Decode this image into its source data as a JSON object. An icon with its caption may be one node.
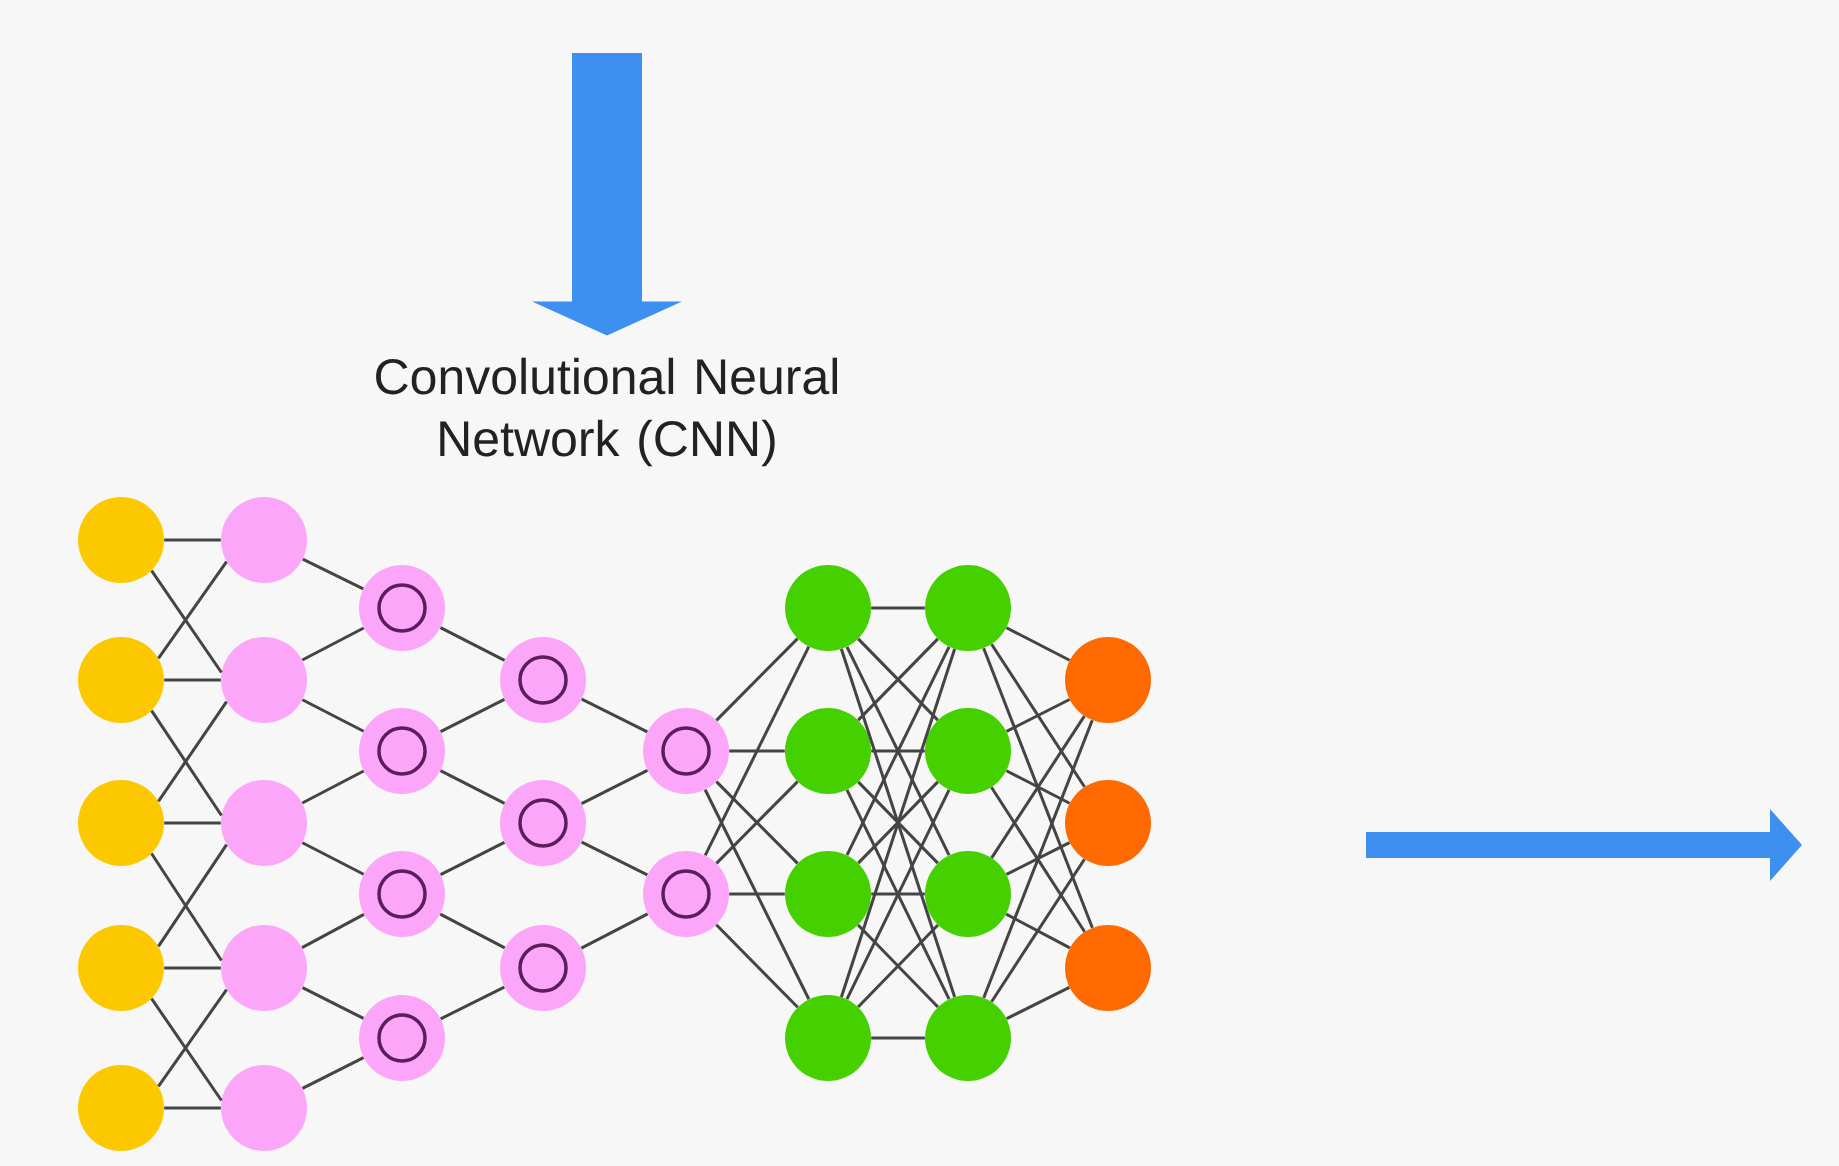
{
  "diagram": {
    "nodes": [
      {
        "text": [
          "Convolutional Neural Network (CNN)"
        ]
      },
      {
        "text": [],
        "shape": "circle"
      },
      {
        "text": [],
        "shape": "circle"
      },
      {
        "text": [],
        "shape": "circle"
      },
      {
        "text": [],
        "shape": "circle"
      },
      {
        "text": [],
        "shape": "circle"
      },
      {
        "text": [],
        "shape": "circle"
      },
      {
        "text": [],
        "shape": "circle"
      },
      {
        "text": [],
        "shape": "circle"
      },
      {
        "text": [],
        "shape": "circle"
      },
      {
        "text": [],
        "shape": "circle"
      },
      {
        "text": [],
        "shape": "circle"
      },
      {
        "text": [],
        "shape": "circle"
      },
      {
        "text": [],
        "shape": "circle"
      },
      {
        "text": [],
        "shape": "circle"
      },
      {
        "text": [],
        "shape": "circle"
      },
      {
        "text": [],
        "shape": "circle"
      },
      {
        "text": [],
        "shape": "circle"
      },
      {
        "text": [],
        "shape": "circle"
      },
      {
        "text": [],
        "shape": "circle"
      },
      {
        "text": [],
        "shape": "circle"
      },
      {
        "text": [],
        "shape": "circle"
      },
      {
        "text": [],
        "shape": "circle"
      },
      {
        "text": [],
        "shape": "circle"
      },
      {
        "text": [],
        "shape": "circle"
      },
      {
        "text": [],
        "shape": "circle"
      },
      {
        "text": [],
        "shape": "circle"
      },
      {
        "text": [],
        "shape": "circle"
      },
      {
        "text": [],
        "shape": "circle"
      },
      {
        "text": [],
        "shape": "circle"
      },
      {
        "text": [],
        "shape": "circle"
      }
    ],
    "edges": [
      {
        "from": null,
        "to": 0,
        "arrow": "to",
        "style": "thick",
        "color": "#3d8ff0"
      },
      {
        "from": 1,
        "to": 6,
        "arrow": "none"
      },
      {
        "from": 1,
        "to": 7,
        "arrow": "none"
      },
      {
        "from": 2,
        "to": 6,
        "arrow": "none"
      },
      {
        "from": 2,
        "to": 7,
        "arrow": "none"
      },
      {
        "from": 2,
        "to": 8,
        "arrow": "none"
      },
      {
        "from": 3,
        "to": 7,
        "arrow": "none"
      },
      {
        "from": 3,
        "to": 8,
        "arrow": "none"
      },
      {
        "from": 3,
        "to": 9,
        "arrow": "none"
      },
      {
        "from": 4,
        "to": 8,
        "arrow": "none"
      },
      {
        "from": 4,
        "to": 9,
        "arrow": "none"
      },
      {
        "from": 4,
        "to": 10,
        "arrow": "none"
      },
      {
        "from": 5,
        "to": 9,
        "arrow": "none"
      },
      {
        "from": 5,
        "to": 10,
        "arrow": "none"
      },
      {
        "from": 6,
        "to": 11,
        "arrow": "none"
      },
      {
        "from": 7,
        "to": 11,
        "arrow": "none"
      },
      {
        "from": 7,
        "to": 12,
        "arrow": "none"
      },
      {
        "from": 8,
        "to": 12,
        "arrow": "none"
      },
      {
        "from": 8,
        "to": 13,
        "arrow": "none"
      },
      {
        "from": 9,
        "to": 13,
        "arrow": "none"
      },
      {
        "from": 9,
        "to": 14,
        "arrow": "none"
      },
      {
        "from": 10,
        "to": 14,
        "arrow": "none"
      },
      {
        "from": 11,
        "to": 15,
        "arrow": "none"
      },
      {
        "from": 12,
        "to": 15,
        "arrow": "none"
      },
      {
        "from": 12,
        "to": 16,
        "arrow": "none"
      },
      {
        "from": 13,
        "to": 16,
        "arrow": "none"
      },
      {
        "from": 13,
        "to": 17,
        "arrow": "none"
      },
      {
        "from": 14,
        "to": 17,
        "arrow": "none"
      },
      {
        "from": 15,
        "to": 18,
        "arrow": "none"
      },
      {
        "from": 16,
        "to": 18,
        "arrow": "none"
      },
      {
        "from": 16,
        "to": 19,
        "arrow": "none"
      },
      {
        "from": 17,
        "to": 19,
        "arrow": "none"
      },
      {
        "from": 18,
        "to": 20,
        "arrow": "none"
      },
      {
        "from": 18,
        "to": 21,
        "arrow": "none"
      },
      {
        "from": 18,
        "to": 22,
        "arrow": "none"
      },
      {
        "from": 18,
        "to": 23,
        "arrow": "none"
      },
      {
        "from": 19,
        "to": 20,
        "arrow": "none"
      },
      {
        "from": 19,
        "to": 21,
        "arrow": "none"
      },
      {
        "from": 19,
        "to": 22,
        "arrow": "none"
      },
      {
        "from": 19,
        "to": 23,
        "arrow": "none"
      },
      {
        "from": 20,
        "to": 24,
        "arrow": "none"
      },
      {
        "from": 20,
        "to": 25,
        "arrow": "none"
      },
      {
        "from": 20,
        "to": 26,
        "arrow": "none"
      },
      {
        "from": 20,
        "to": 27,
        "arrow": "none"
      },
      {
        "from": 21,
        "to": 24,
        "arrow": "none"
      },
      {
        "from": 21,
        "to": 25,
        "arrow": "none"
      },
      {
        "from": 21,
        "to": 26,
        "arrow": "none"
      },
      {
        "from": 21,
        "to": 27,
        "arrow": "none"
      },
      {
        "from": 22,
        "to": 24,
        "arrow": "none"
      },
      {
        "from": 22,
        "to": 25,
        "arrow": "none"
      },
      {
        "from": 22,
        "to": 26,
        "arrow": "none"
      },
      {
        "from": 22,
        "to": 27,
        "arrow": "none"
      },
      {
        "from": 23,
        "to": 24,
        "arrow": "none"
      },
      {
        "from": 23,
        "to": 25,
        "arrow": "none"
      },
      {
        "from": 23,
        "to": 26,
        "arrow": "none"
      },
      {
        "from": 23,
        "to": 27,
        "arrow": "none"
      },
      {
        "from": 24,
        "to": 28,
        "arrow": "none"
      },
      {
        "from": 24,
        "to": 29,
        "arrow": "none"
      },
      {
        "from": 24,
        "to": 30,
        "arrow": "none"
      },
      {
        "from": 25,
        "to": 28,
        "arrow": "none"
      },
      {
        "from": 25,
        "to": 29,
        "arrow": "none"
      },
      {
        "from": 25,
        "to": 30,
        "arrow": "none"
      },
      {
        "from": 26,
        "to": 28,
        "arrow": "none"
      },
      {
        "from": 26,
        "to": 29,
        "arrow": "none"
      },
      {
        "from": 26,
        "to": 30,
        "arrow": "none"
      },
      {
        "from": 27,
        "to": 28,
        "arrow": "none"
      },
      {
        "from": 27,
        "to": 29,
        "arrow": "none"
      },
      {
        "from": 27,
        "to": 30,
        "arrow": "none"
      }
    ]
  }
}
